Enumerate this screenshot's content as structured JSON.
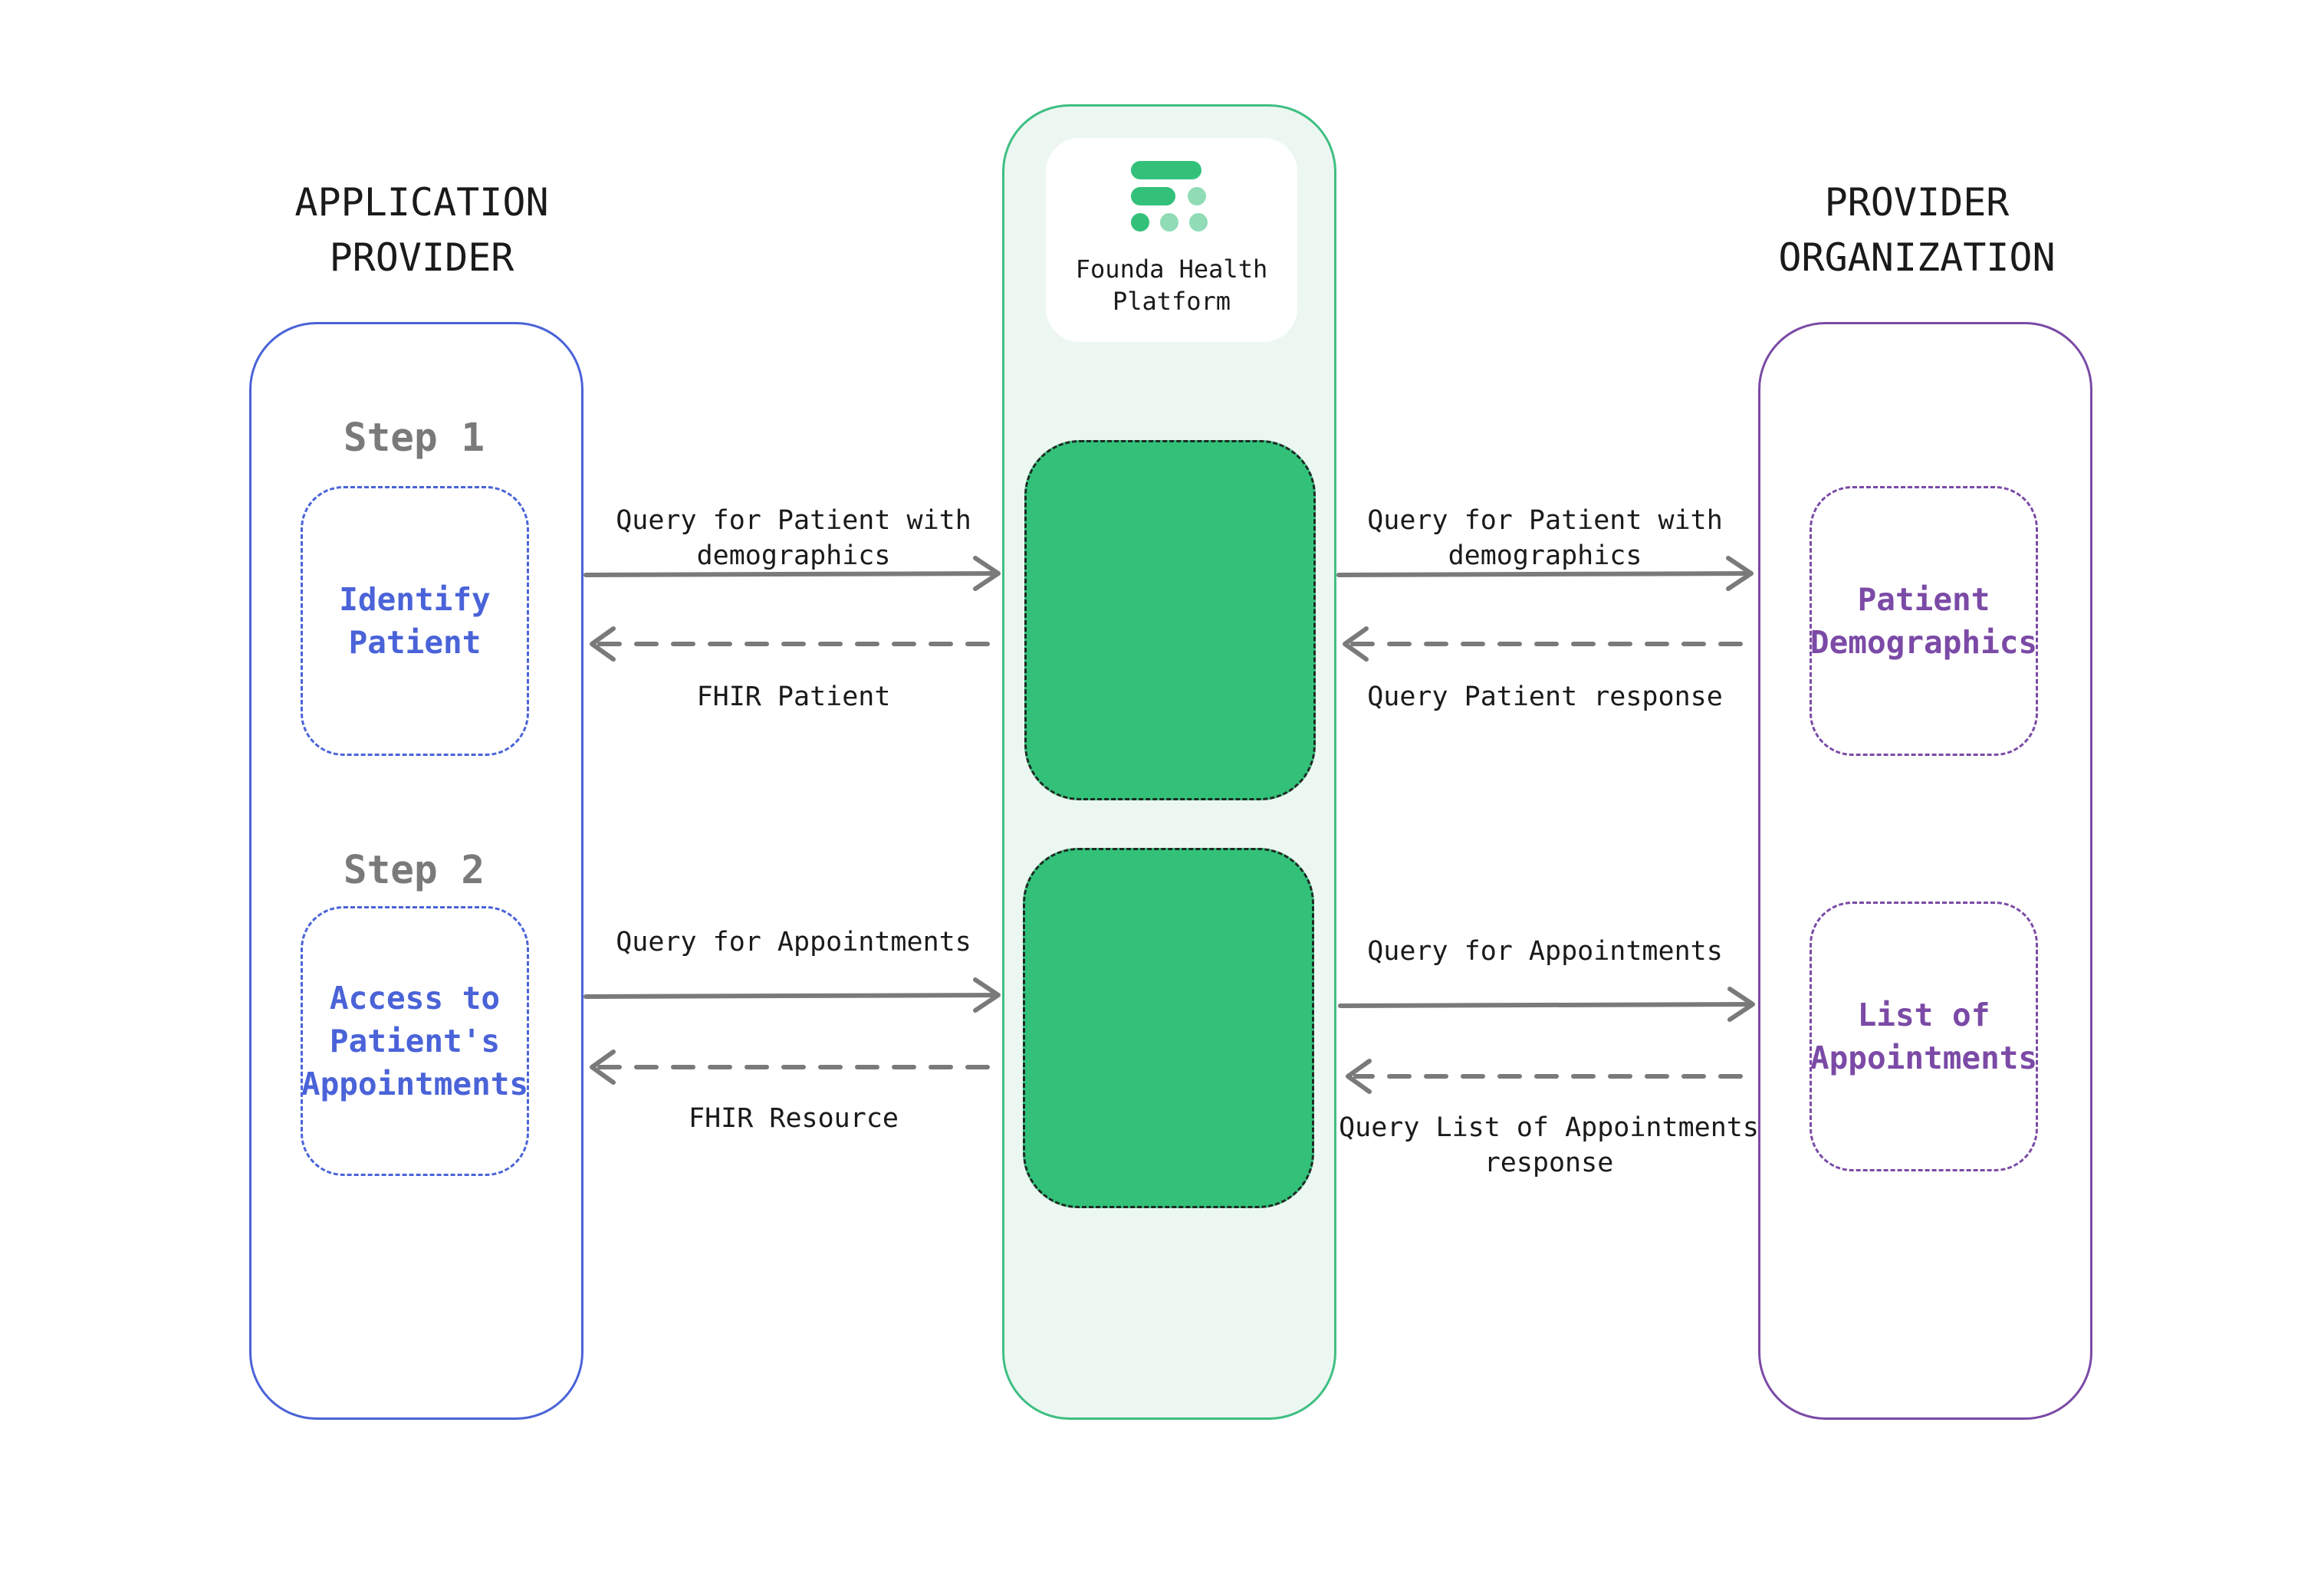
{
  "headings": {
    "application_provider": "APPLICATION\nPROVIDER",
    "provider_organization": "PROVIDER\nORGANIZATION"
  },
  "platform": {
    "name": "Founda Health\nPlatform",
    "logo_icon": "founda-logo-dots"
  },
  "steps": [
    {
      "label": "Step 1",
      "action": "Identify Patient",
      "target": "Patient Demographics"
    },
    {
      "label": "Step 2",
      "action": "Access to Patient's Appointments",
      "target": "List of Appointments"
    }
  ],
  "arrows": {
    "step1_left_request": "Query for Patient with\ndemographics",
    "step1_left_response": "FHIR Patient",
    "step1_right_request": "Query for Patient with\ndemographics",
    "step1_right_response": "Query Patient response",
    "step2_left_request": "Query for Appointments",
    "step2_left_response": "FHIR Resource",
    "step2_right_request": "Query for Appointments",
    "step2_right_response": "Query List of Appointments\nresponse"
  },
  "colors": {
    "application_provider": "#4a63d8",
    "provider_organization": "#7b4aa6",
    "platform_border": "#3fbf82",
    "platform_fill": "#edf7f1",
    "platform_block": "#33c17a",
    "arrow": "#7a7a7a",
    "step_label": "#7a7a7a"
  }
}
